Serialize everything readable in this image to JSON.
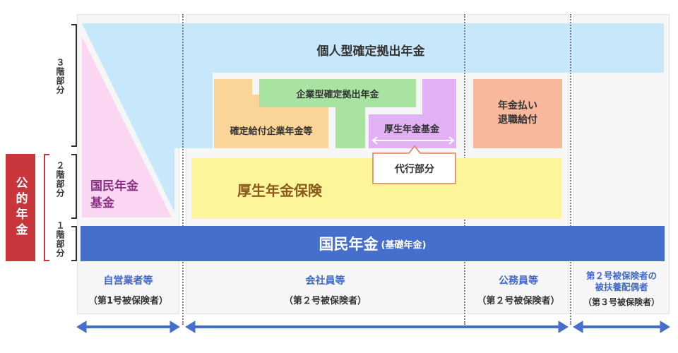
{
  "public_pension_label": "公的年金",
  "tiers": {
    "tier3": "３階部分",
    "tier2": "２階部分",
    "tier1": "１階部分"
  },
  "blocks": {
    "ideco": "個人型確定拠出年金",
    "corporate_dc": "企業型確定拠出年金",
    "db": "確定給付企業年金等",
    "pension_fund": "厚生年金基金",
    "retirement_benefit": "年金払い\n退職給付",
    "kosei_nenkin": "厚生年金保険",
    "national_pension_fund": "国民年金\n基金",
    "substitute": "代行部分",
    "kokumin_main": "国民年金",
    "kokumin_sub": "(基礎年金)"
  },
  "categories": [
    {
      "title": "自営業者等",
      "sub": "（第1号被保険者）"
    },
    {
      "title": "会社員等",
      "sub": "（第２号被保険者）"
    },
    {
      "title": "公務員等",
      "sub": "（第２号被保険者）"
    },
    {
      "title": "第２号被保険者の\n被扶養配偶者",
      "sub": "（第３号被保険者）"
    }
  ],
  "colors": {
    "ideco": "#c7e8fb",
    "national_pension_fund": "#fbd6f2",
    "db": "#fbd597",
    "corporate_dc": "#a9e3a1",
    "pension_fund": "#e2b1f4",
    "retirement": "#f8b89c",
    "kosei": "#fdf59a",
    "kokumin": "#466fcd",
    "red": "#c8353a",
    "arrow": "#466fcd"
  }
}
